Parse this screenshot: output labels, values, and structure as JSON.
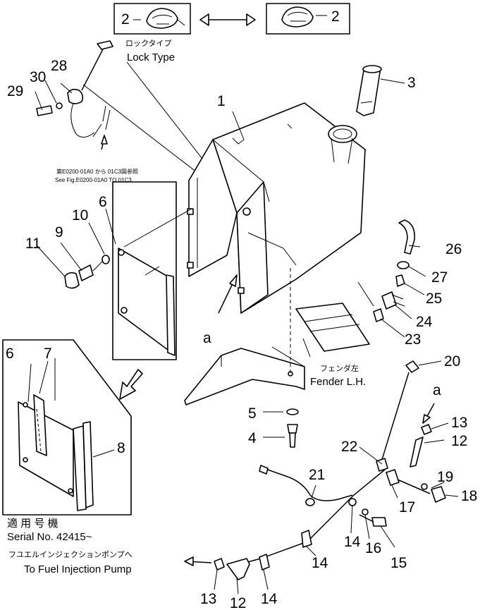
{
  "callouts": {
    "cap_locked_no": "2",
    "cap_unlocked_no": "2",
    "lock_type_jp": "ロックタイプ",
    "lock_type_en": "Lock Type",
    "see_fig_jp": "第E0200-01A0 から 01C3図参照",
    "see_fig_en": "See Fig.E0200-01A0 TO 01C3",
    "fender_jp": "フェンダ左",
    "fender_en": "Fender L.H.",
    "serial_jp": "適 用 号 機",
    "serial_en": "Serial No. 42415~",
    "pump_jp": "フユエルインジェクションポンプへ",
    "pump_en": "To Fuel Injection Pump",
    "view_a1": "a",
    "view_a2": "a"
  },
  "part_numbers": {
    "p1": "1",
    "p3": "3",
    "p4": "4",
    "p5": "5",
    "p6a": "6",
    "p6b": "6",
    "p7": "7",
    "p8": "8",
    "p9": "9",
    "p10": "10",
    "p11": "11",
    "p12a": "12",
    "p12b": "12",
    "p13a": "13",
    "p13b": "13",
    "p14a": "14",
    "p14b": "14",
    "p14c": "14",
    "p15": "15",
    "p16": "16",
    "p17": "17",
    "p18": "18",
    "p19": "19",
    "p20": "20",
    "p21": "21",
    "p22": "22",
    "p23": "23",
    "p24": "24",
    "p25": "25",
    "p26": "26",
    "p27": "27",
    "p28": "28",
    "p29": "29",
    "p30": "30"
  }
}
